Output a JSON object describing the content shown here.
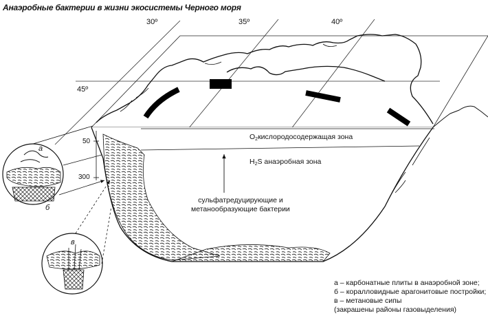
{
  "title": "Анаэробные бактерии в жизни экосистемы Черного моря",
  "meridians": [
    "30º",
    "35º",
    "40º"
  ],
  "parallel": "45º",
  "depths": [
    "50",
    "300"
  ],
  "zones": {
    "oxygen_prefix": "O",
    "oxygen_sub": "2",
    "oxygen_text": "кислородосодержащая зона",
    "h2s_prefix": "H",
    "h2s_sub": "2",
    "h2s_text": "S анаэробная зона"
  },
  "bacteria": [
    "сульфатредуцирующие и",
    "метанообразующие бактерии"
  ],
  "circle_labels": {
    "a": "а",
    "b": "б",
    "v": "в"
  },
  "legend": [
    "а – карбонатные плиты в анаэробной зоне;",
    "б – коралловидные арагонитовые постройки;",
    "в – метановые сипы",
    "(закрашены районы газовыделения)"
  ]
}
